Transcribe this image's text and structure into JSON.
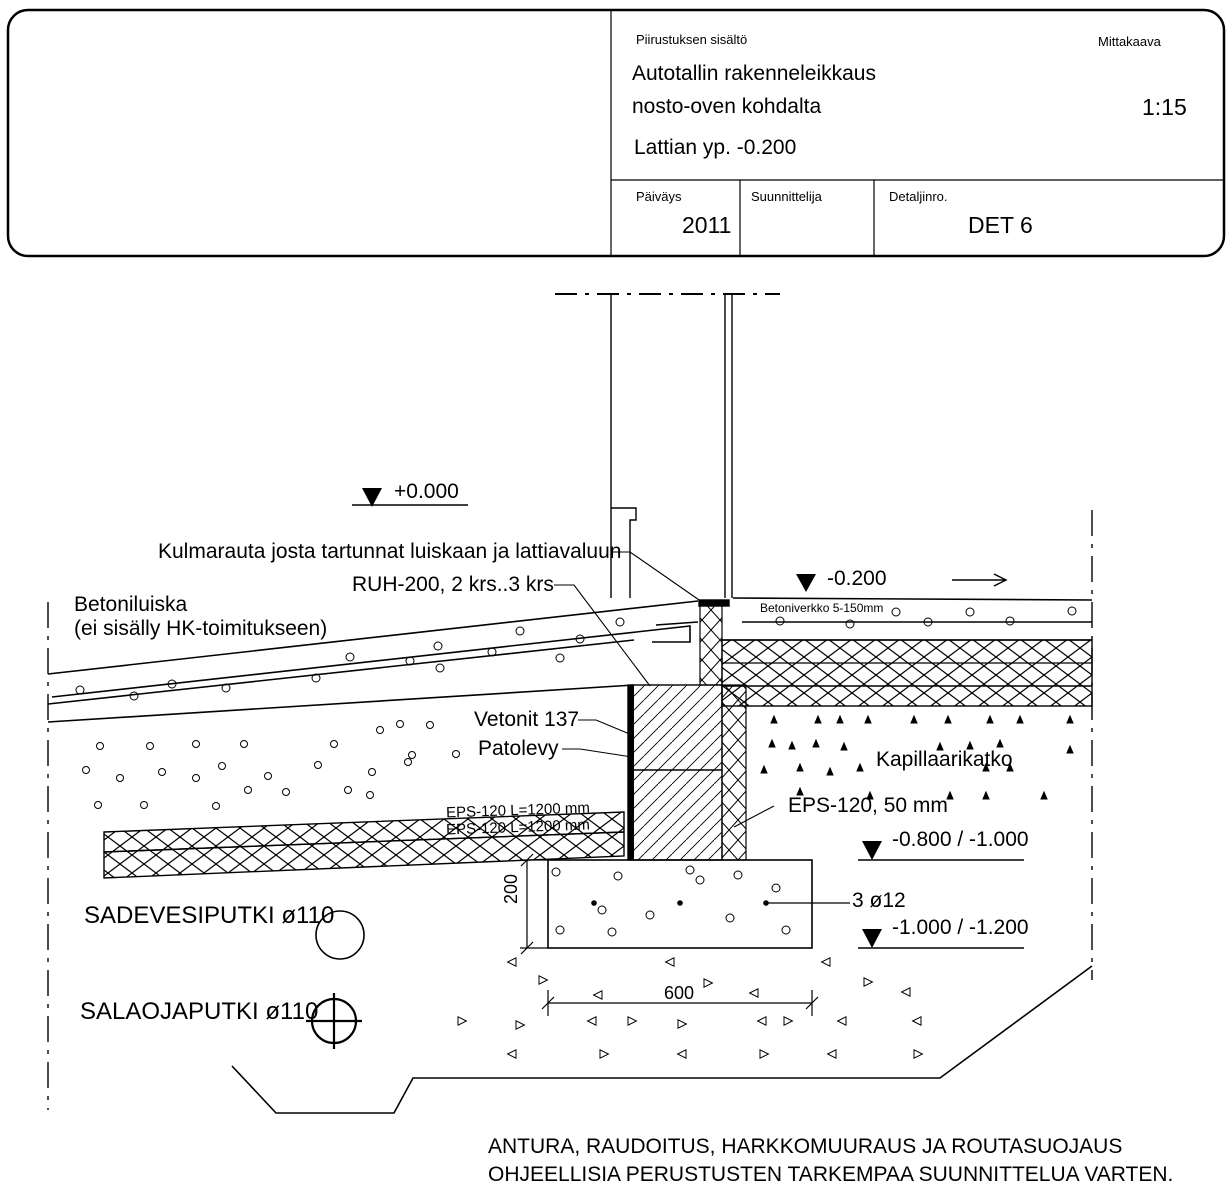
{
  "title_block": {
    "drawing_content_label": "Piirustuksen sisältö",
    "scale_label": "Mittakaava",
    "title_line1": "Autotallin rakenneleikkaus",
    "title_line2": "nosto-oven kohdalta",
    "floor_level": "Lattian yp. -0.200",
    "scale_value": "1:15",
    "date_label": "Päiväys",
    "date_value": "2011",
    "designer_label": "Suunnittelija",
    "designer_value": "",
    "detail_label": "Detaljinro.",
    "detail_value": "DET 6"
  },
  "drawing": {
    "level_zero": "+0.000",
    "level_floor": "-0.200",
    "angle_iron_note": "Kulmarauta josta tartunnat luiskaan ja lattiavaluun",
    "rebar_note": "RUH-200, 2 krs..3 krs",
    "ramp_line1": "Betoniluiska",
    "ramp_line2": "(ei sisälly HK-toimitukseen)",
    "mesh_note": "Betoniverkko 5-150mm",
    "vetonit": "Vetonit 137",
    "patolevy": "Patolevy",
    "capillary": "Kapillaarikatko",
    "eps_wall": "EPS-120, 50 mm",
    "eps_slope1": "EPS-120 L=1200 mm",
    "eps_slope2": "EPS-120 L=1200 mm",
    "level_footing_top": "-0.800 / -1.000",
    "level_footing_bottom": "-1.000 / -1.200",
    "footing_rebar": "3 ø12",
    "footing_height": "200",
    "footing_width": "600",
    "storm_pipe": "SADEVESIPUTKI ø110",
    "drain_pipe": "SALAOJAPUTKI ø110",
    "footnote_line1": "ANTURA, RAUDOITUS, HARKKOMUURAUS JA ROUTASUOJAUS",
    "footnote_line2": "OHJEELLISIA PERUSTUSTEN TARKEMPAA SUUNNITTELUA VARTEN."
  }
}
